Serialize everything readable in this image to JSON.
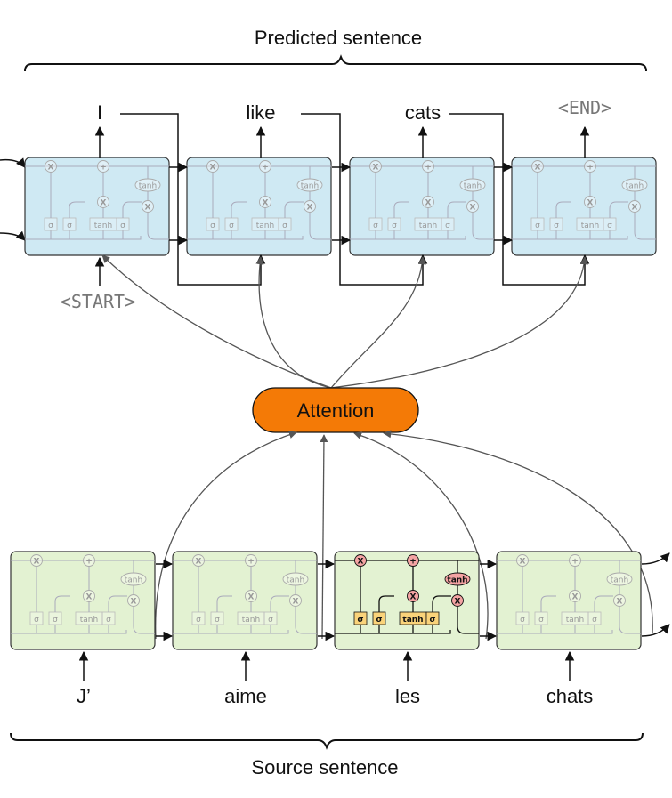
{
  "top": {
    "title": "Predicted sentence",
    "outputs": [
      "I",
      "like",
      "cats",
      "<END>"
    ],
    "start_token": "<START>"
  },
  "attention": {
    "label": "Attention"
  },
  "bottom": {
    "title": "Source sentence",
    "inputs": [
      "J’",
      "aime",
      "les",
      "chats"
    ]
  },
  "cell": {
    "sigma": "σ",
    "tanh": "tanh",
    "mult": "X",
    "add": "+"
  },
  "colors": {
    "decoder_fill": "#cfe9f3",
    "encoder_fill": "#e3f2d2",
    "attention_fill": "#f47a06",
    "gate_fill_active": "#fad37a",
    "op_fill_active": "#f4a3a3"
  }
}
